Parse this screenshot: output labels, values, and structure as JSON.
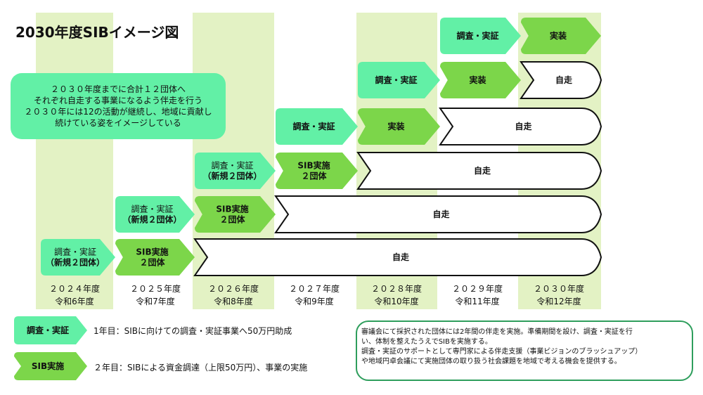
{
  "title": "2030年度SIBイメージ図",
  "bubble_lines": [
    "２０３０年度までに合計１２団体へ",
    "それぞれ自走する事業になるよう伴走を行う",
    "２０３０年には12の活動が継続し、地域に貢献し",
    "続けている姿をイメージしている"
  ],
  "years": [
    {
      "fiscal": "２０２４年度",
      "reiwa": "令和6年度"
    },
    {
      "fiscal": "２０２５年度",
      "reiwa": "令和7年度"
    },
    {
      "fiscal": "２０２６年度",
      "reiwa": "令和8年度"
    },
    {
      "fiscal": "２０２７年度",
      "reiwa": "令和9年度"
    },
    {
      "fiscal": "２０２８年度",
      "reiwa": "令和10年度"
    },
    {
      "fiscal": "２０２９年度",
      "reiwa": "令和11年度"
    },
    {
      "fiscal": "２０３０年度",
      "reiwa": "令和12年度"
    }
  ],
  "rows": [
    [
      {
        "kind": "research",
        "start": 0,
        "end": 1,
        "label": [
          "調査・実証",
          "（新規２団体）"
        ]
      },
      {
        "kind": "sib",
        "start": 1,
        "end": 2,
        "label": [
          "SIB実施",
          "２団体"
        ]
      },
      {
        "kind": "auto",
        "start": 2,
        "end": 7,
        "label": [
          "自走"
        ]
      }
    ],
    [
      {
        "kind": "research",
        "start": 1,
        "end": 2,
        "label": [
          "調査・実証",
          "（新規２団体）"
        ]
      },
      {
        "kind": "sib",
        "start": 2,
        "end": 3,
        "label": [
          "SIB実施",
          "２団体"
        ]
      },
      {
        "kind": "auto",
        "start": 3,
        "end": 7,
        "label": [
          "自走"
        ]
      }
    ],
    [
      {
        "kind": "research",
        "start": 2,
        "end": 3,
        "label": [
          "調査・実証",
          "（新規２団体）"
        ]
      },
      {
        "kind": "sib",
        "start": 3,
        "end": 4,
        "label": [
          "SIB実施",
          "２団体"
        ]
      },
      {
        "kind": "auto",
        "start": 4,
        "end": 7,
        "label": [
          "自走"
        ]
      }
    ],
    [
      {
        "kind": "research",
        "start": 3,
        "end": 4,
        "label": [
          "調査・実証"
        ]
      },
      {
        "kind": "sib",
        "start": 4,
        "end": 5,
        "label": [
          "実装"
        ]
      },
      {
        "kind": "auto",
        "start": 5,
        "end": 7,
        "label": [
          "自走"
        ]
      }
    ],
    [
      {
        "kind": "research",
        "start": 4,
        "end": 5,
        "label": [
          "調査・実証"
        ]
      },
      {
        "kind": "sib",
        "start": 5,
        "end": 6,
        "label": [
          "実装"
        ]
      },
      {
        "kind": "auto",
        "start": 6,
        "end": 7,
        "label": [
          "自走"
        ]
      }
    ],
    [
      {
        "kind": "research",
        "start": 5,
        "end": 6,
        "label": [
          "調査・実証"
        ]
      },
      {
        "kind": "sib",
        "start": 6,
        "end": 7,
        "label": [
          "実装"
        ]
      }
    ]
  ],
  "legend": [
    {
      "kind": "research",
      "tag": "調査・実証",
      "text": "1年目：SIBに向けての調査・実証事業へ50万円助成"
    },
    {
      "kind": "sib",
      "tag": "SIB実施",
      "text": "２年目：SIBによる資金調達（上限50万円）、事業の実施"
    }
  ],
  "note_lines": [
    "審議会にて採択された団体には2年間の伴走を実施。準備期間を設け、調査・実証を行",
    "い、体制を整えたうえでSIBを実施する。",
    "調査・実証のサポートとして専門家による伴走支援（事業ビジョンのブラッシュアップ）",
    "や地域円卓会議にて実施団体の取り扱う社会課題を地域で考える機会を提供する。"
  ],
  "colors": {
    "column_bg": "#e3f2c4",
    "research": "#62f0a6",
    "sib": "#7cd64a",
    "auto_fill": "#ffffff",
    "auto_stroke": "#111111",
    "note_border": "#2e9e5c"
  }
}
